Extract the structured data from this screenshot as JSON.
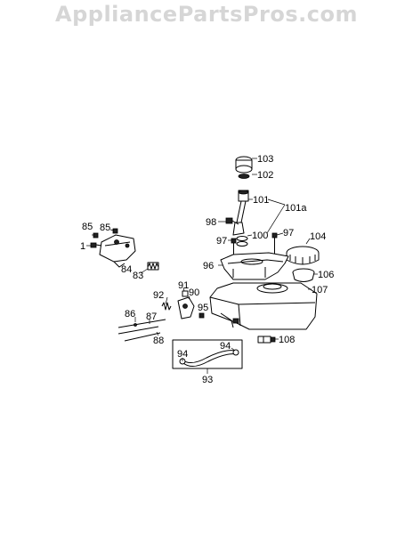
{
  "watermark": "AppliancePartsPros.com",
  "labels": {
    "p1": "1",
    "p83": "83",
    "p84": "84",
    "p85a": "85",
    "p85b": "85",
    "p86": "86",
    "p87": "87",
    "p88": "88",
    "p90": "90",
    "p91": "91",
    "p92": "92",
    "p93": "93",
    "p94a": "94",
    "p94b": "94",
    "p95": "95",
    "p96": "96",
    "p97a": "97",
    "p97b": "97",
    "p98": "98",
    "p100": "100",
    "p101": "101",
    "p101a": "101a",
    "p102": "102",
    "p103": "103",
    "p104": "104",
    "p106": "106",
    "p107": "107",
    "p108": "108"
  }
}
